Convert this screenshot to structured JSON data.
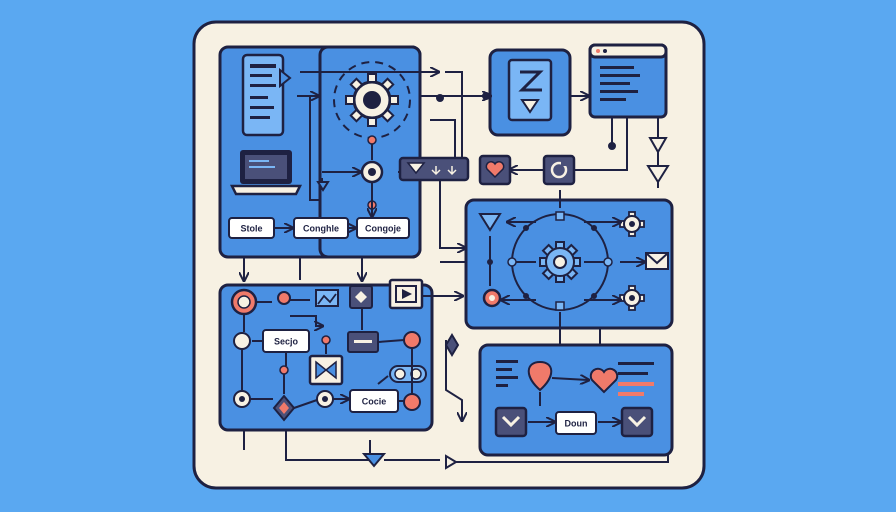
{
  "labels": {
    "stole": "Stole",
    "conghle": "Conghle",
    "congoje": "Congoje",
    "secjo": "Secjo",
    "cocie": "Cocie",
    "doun": "Doun"
  },
  "colors": {
    "background": "#5aa8f1",
    "board": "#f7f1e3",
    "panel": "#4a90e2",
    "outline": "#1e2142",
    "node_dark": "#4a5079",
    "accent_coral": "#f07a6a",
    "label_box": "#ffffff"
  },
  "icons": {
    "gear": "gear-icon",
    "document": "document-icon",
    "laptop": "laptop-icon",
    "browser": "browser-window-icon",
    "heart": "heart-icon",
    "mail": "mail-icon",
    "play": "play-icon",
    "chevron": "chevron-down-icon",
    "triangle": "triangle-icon"
  }
}
